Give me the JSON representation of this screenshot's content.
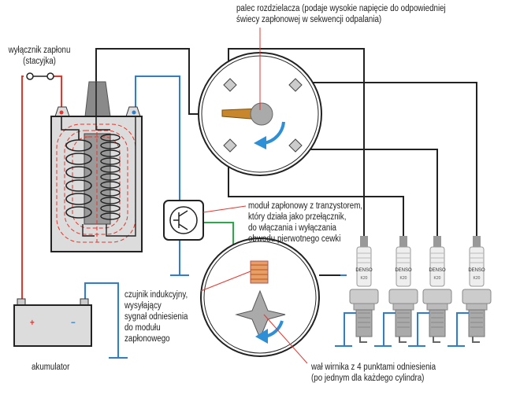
{
  "labels": {
    "rotor": [
      "palec rozdzielacza (podaje wysokie napięcie do odpowiedniej",
      "świecy zapłonowej w sekwencji odpalania)"
    ],
    "switch": [
      "wyłącznik zapłonu",
      "(stacyjka)"
    ],
    "module": [
      "moduł zapłonowy z tranzystorem,",
      "który działa jako przełącznik,",
      "do włączania i wyłączania",
      "obwodu pierwotnego cewki"
    ],
    "sensor": [
      "czujnik indukcyjny,",
      "wysyłający",
      "sygnał odniesienia",
      "do modułu",
      "zapłonowego"
    ],
    "shaft": [
      "wał wirnika z 4 punktami odniesienia",
      "(po jednym dla każdego cylindra)"
    ],
    "battery": "akumulator",
    "battery_plus": "+",
    "battery_minus": "−"
  },
  "spark_plug_brand": "DENSO",
  "spark_plug_model": "K20",
  "colors": {
    "positive": "#e8352b",
    "negative": "#2d7fcc",
    "high_voltage": "#222222",
    "signal": "#2aa84a",
    "arrow": "#2d8fd6"
  }
}
